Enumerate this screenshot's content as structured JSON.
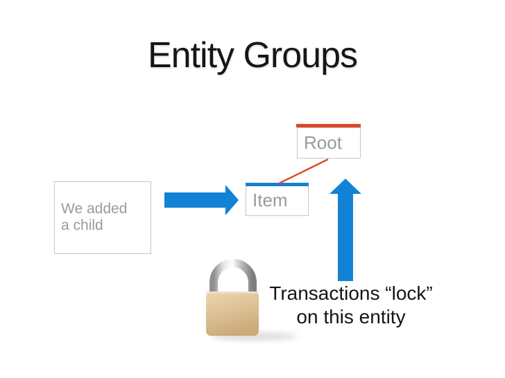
{
  "slide": {
    "title": "Entity Groups",
    "note_box": {
      "line1": "We added",
      "line2": "a child"
    },
    "entities": {
      "root": {
        "label": "Root",
        "accent_color": "#dd4826"
      },
      "item": {
        "label": "Item",
        "accent_color": "#1780cf"
      }
    },
    "caption": {
      "line1": "Transactions “lock”",
      "line2": "on this entity"
    },
    "icons": {
      "arrow_right": "arrow-right-icon",
      "arrow_up": "arrow-up-icon",
      "connector": "parent-child-connector-line",
      "padlock": "padlock-icon"
    },
    "colors": {
      "background": "#ffffff",
      "accent_blue": "#1182d6",
      "accent_red": "#dd4826",
      "box_border": "#c6c6c6",
      "muted_text": "#9a9a9a",
      "title_text": "#161616",
      "lock_brass": "#dcc096",
      "lock_chrome": "#e8e8e8"
    }
  }
}
